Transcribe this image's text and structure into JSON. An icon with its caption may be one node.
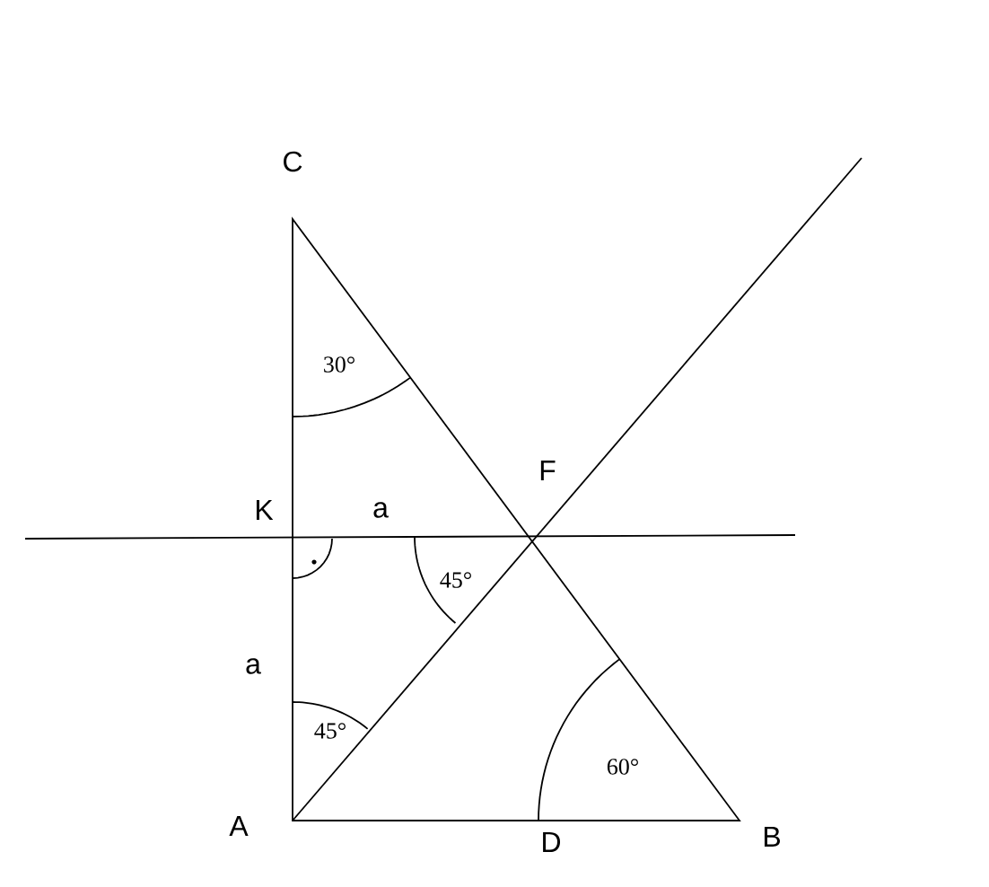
{
  "diagram": {
    "labels": [
      "C",
      "30°",
      "K",
      "a",
      "F",
      "45°",
      "a",
      "45°",
      "60°",
      "A",
      "D",
      "B"
    ]
  }
}
